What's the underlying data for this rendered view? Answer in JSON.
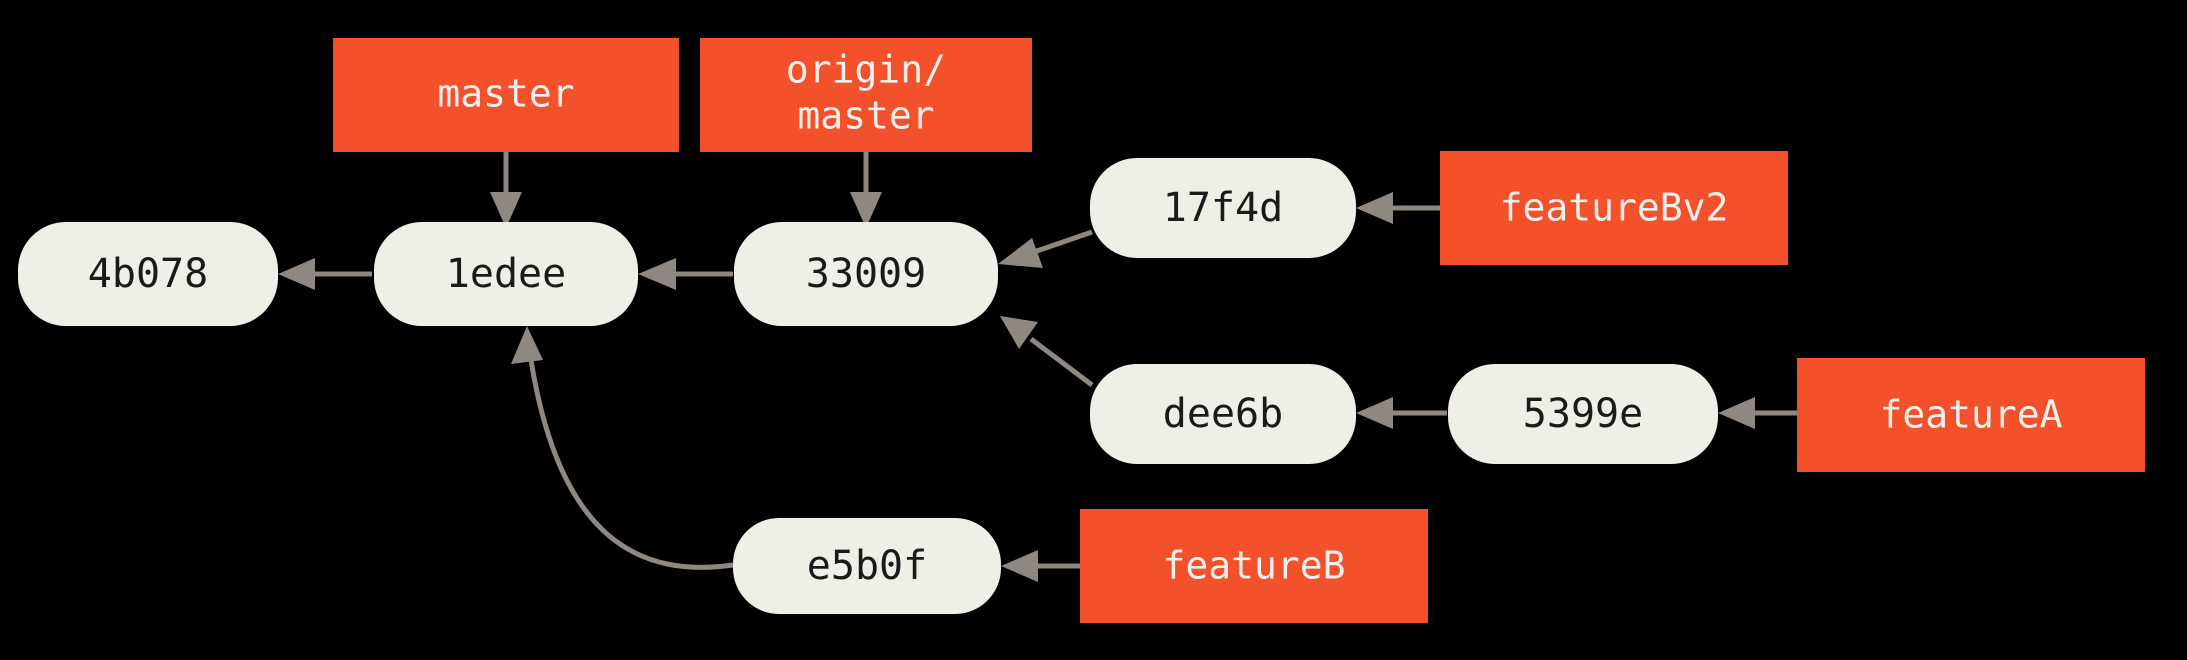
{
  "diagram": {
    "title": "git-branching-history",
    "background_color": "#000000",
    "commit_fill": "#EFEEE7",
    "commit_text_color": "#1A1A1A",
    "branch_fill": "#F2512B",
    "branch_text_color": "#F2F0EC",
    "edge_color": "#8E8880"
  },
  "commits": [
    {
      "id": "c_4b078",
      "label": "4b078"
    },
    {
      "id": "c_1edee",
      "label": "1edee"
    },
    {
      "id": "c_33009",
      "label": "33009"
    },
    {
      "id": "c_17f4d",
      "label": "17f4d"
    },
    {
      "id": "c_dee6b",
      "label": "dee6b"
    },
    {
      "id": "c_5399e",
      "label": "5399e"
    },
    {
      "id": "c_e5b0f",
      "label": "e5b0f"
    }
  ],
  "branches": [
    {
      "id": "b_master",
      "label": "master",
      "points_to": "1edee"
    },
    {
      "id": "b_origin_master",
      "label_line1": "origin/",
      "label_line2": "master",
      "points_to": "33009"
    },
    {
      "id": "b_featureBv2",
      "label": "featureBv2",
      "points_to": "17f4d"
    },
    {
      "id": "b_featureA",
      "label": "featureA",
      "points_to": "5399e"
    },
    {
      "id": "b_featureB",
      "label": "featureB",
      "points_to": "e5b0f"
    }
  ],
  "edges": [
    {
      "from": "1edee",
      "to": "4b078"
    },
    {
      "from": "33009",
      "to": "1edee"
    },
    {
      "from": "17f4d",
      "to": "33009"
    },
    {
      "from": "dee6b",
      "to": "33009"
    },
    {
      "from": "5399e",
      "to": "dee6b"
    },
    {
      "from": "e5b0f",
      "to": "1edee"
    }
  ]
}
